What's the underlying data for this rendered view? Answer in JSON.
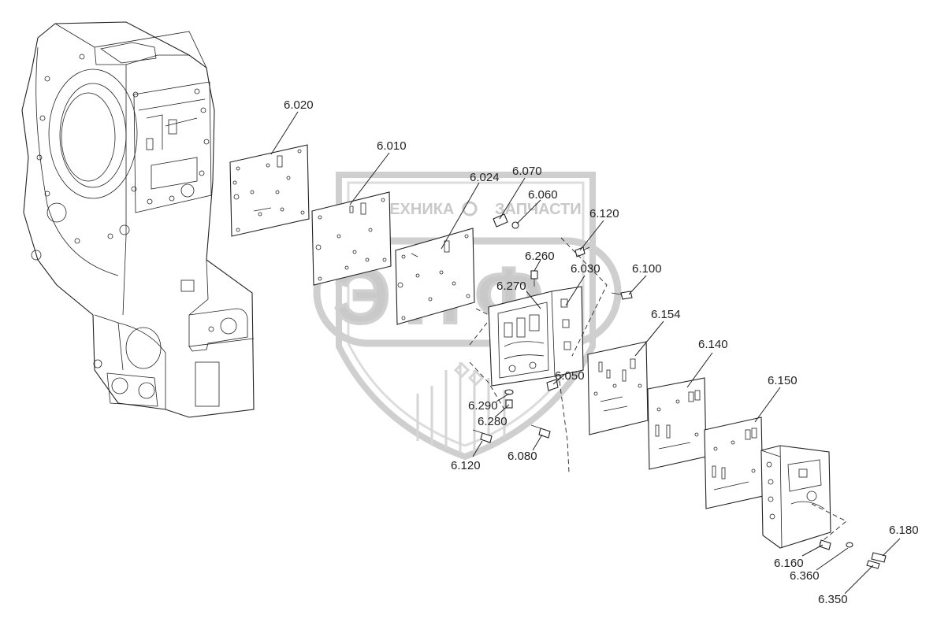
{
  "watermark": {
    "left_text": "ТЕХНИКА",
    "right_text": "ЗАПЧАСТИ",
    "logo_text": "ЭПФ"
  },
  "callouts": [
    {
      "id": "6.020",
      "text": "6.020"
    },
    {
      "id": "6.010",
      "text": "6.010"
    },
    {
      "id": "6.024",
      "text": "6.024"
    },
    {
      "id": "6.070",
      "text": "6.070"
    },
    {
      "id": "6.060",
      "text": "6.060"
    },
    {
      "id": "6.120a",
      "text": "6.120"
    },
    {
      "id": "6.260",
      "text": "6.260"
    },
    {
      "id": "6.030",
      "text": "6.030"
    },
    {
      "id": "6.100",
      "text": "6.100"
    },
    {
      "id": "6.270",
      "text": "6.270"
    },
    {
      "id": "6.154",
      "text": "6.154"
    },
    {
      "id": "6.140",
      "text": "6.140"
    },
    {
      "id": "6.050",
      "text": "6.050"
    },
    {
      "id": "6.150",
      "text": "6.150"
    },
    {
      "id": "6.290",
      "text": "6.290"
    },
    {
      "id": "6.280",
      "text": "6.280"
    },
    {
      "id": "6.120b",
      "text": "6.120"
    },
    {
      "id": "6.080",
      "text": "6.080"
    },
    {
      "id": "6.180",
      "text": "6.180"
    },
    {
      "id": "6.160",
      "text": "6.160"
    },
    {
      "id": "6.360",
      "text": "6.360"
    },
    {
      "id": "6.350",
      "text": "6.350"
    }
  ]
}
